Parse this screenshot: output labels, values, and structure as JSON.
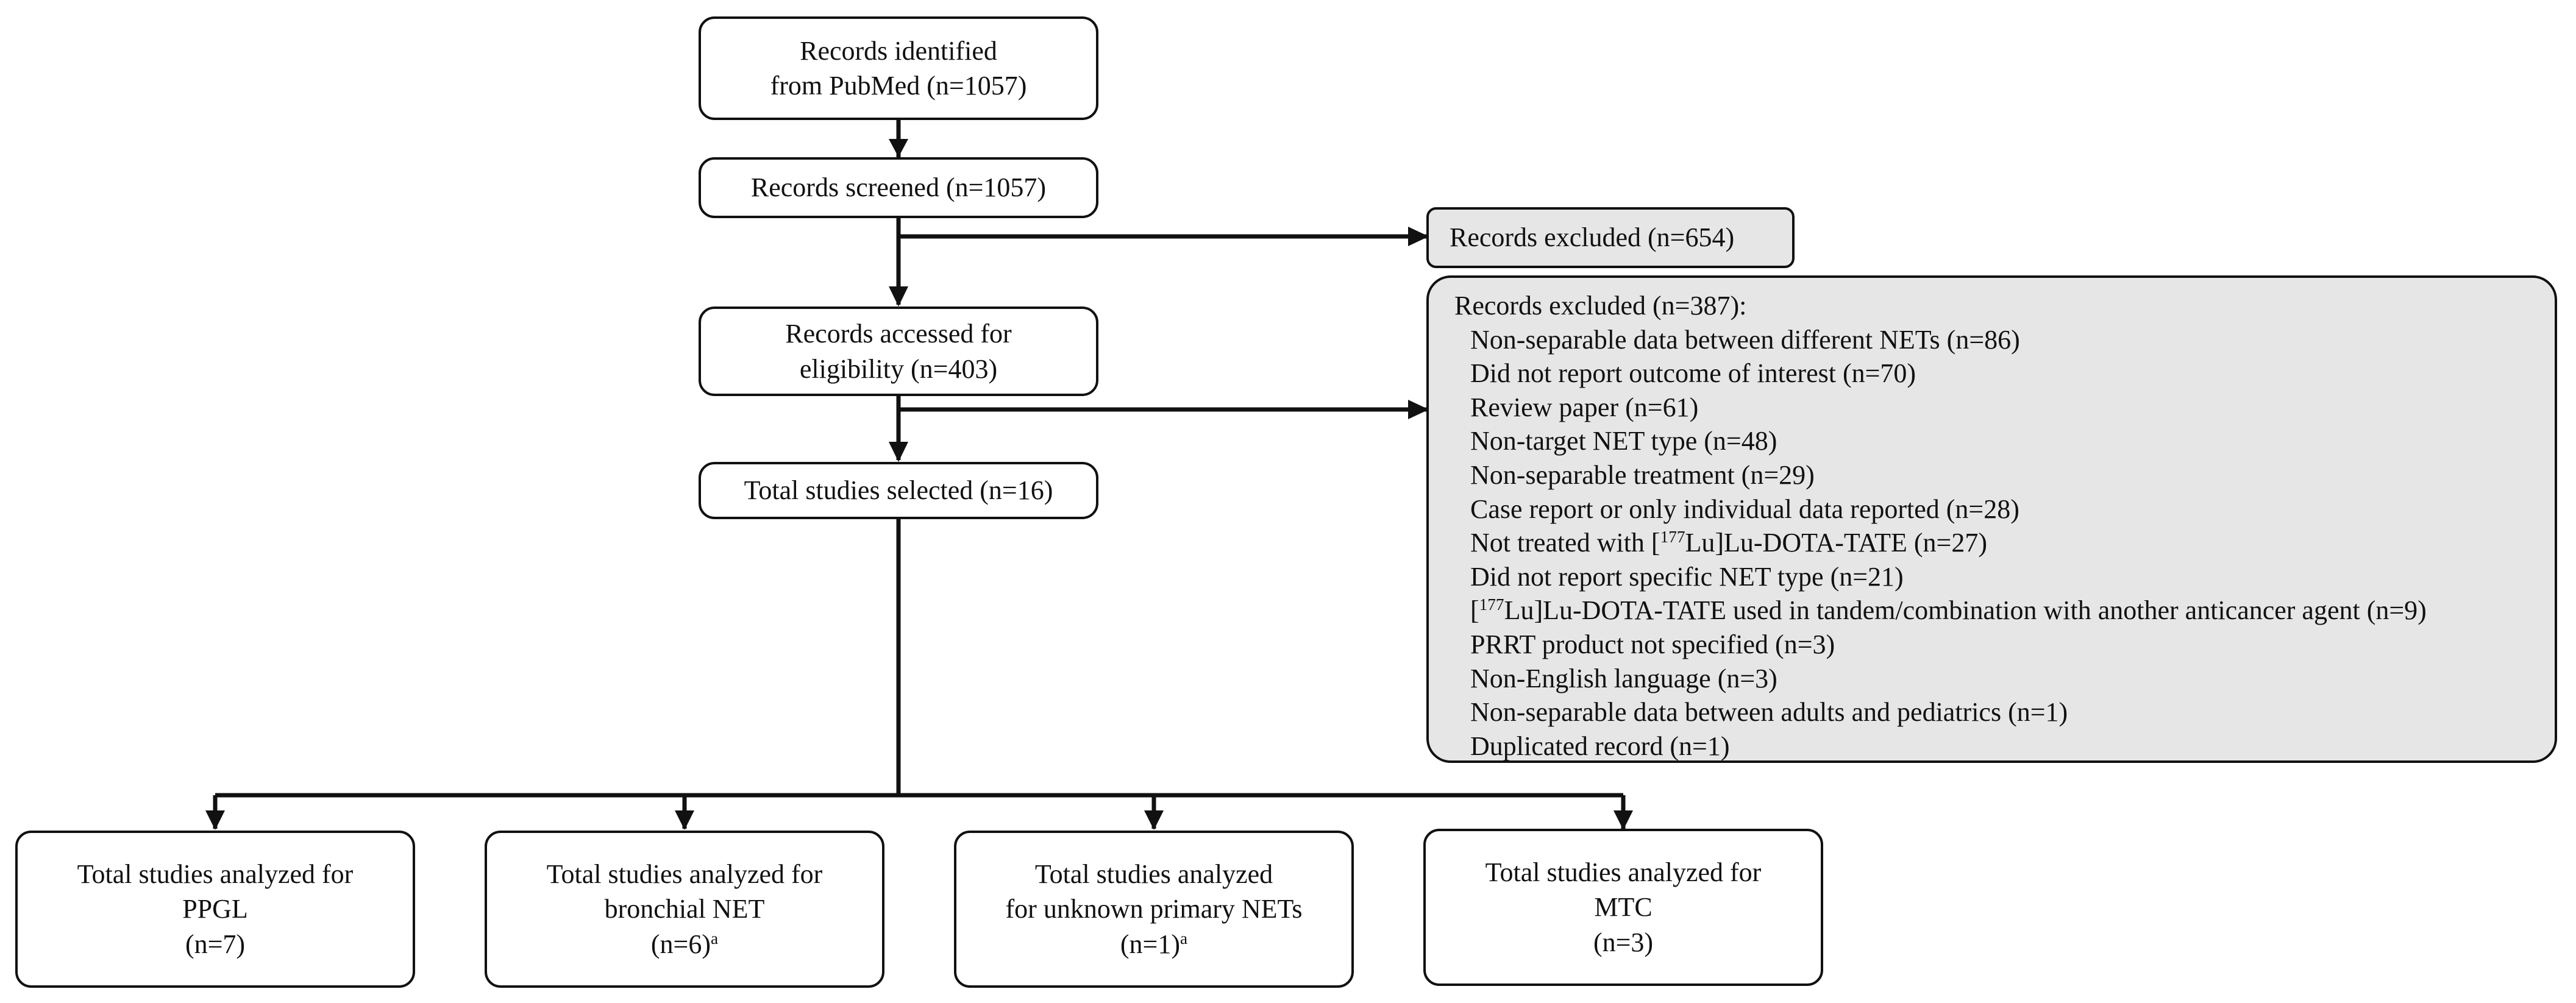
{
  "identified": {
    "line1": "Records identified",
    "line2": "from PubMed (n=1057)"
  },
  "screened": {
    "text": "Records screened (n=1057)"
  },
  "excluded_screening": {
    "text": "Records excluded (n=654)"
  },
  "eligibility": {
    "line1": "Records accessed for",
    "line2": "eligibility (n=403)"
  },
  "selected": {
    "text": "Total studies selected (n=16)"
  },
  "excluded_eligibility": {
    "title": "Records excluded (n=387):",
    "reasons": [
      "Non-separable data between different NETs (n=86)",
      "Did not report outcome of interest (n=70)",
      "Review paper (n=61)",
      "Non-target NET type (n=48)",
      "Non-separable treatment (n=29)",
      "Case report or only individual data reported (n=28)",
      "Not treated with [177Lu]Lu-DOTA-TATE (n=27)",
      "Did not report specific NET type (n=21)",
      "[177Lu]Lu-DOTA-TATE used in tandem/combination with another anticancer agent (n=9)",
      "PRRT product not specified (n=3)",
      "Non-English language (n=3)",
      "Non-separable data between adults and pediatrics (n=1)",
      "Duplicated record (n=1)"
    ],
    "isotope_prefix": "[",
    "isotope_mass": "177",
    "isotope_symbol": "Lu]Lu-DOTA-TATE"
  },
  "analyzed": [
    {
      "line1": "Total studies analyzed for",
      "line2": "PPGL",
      "line3": "(n=7)",
      "note": ""
    },
    {
      "line1": "Total studies analyzed for",
      "line2": "bronchial NET",
      "line3": "(n=6)",
      "note": "a"
    },
    {
      "line1": "Total studies analyzed",
      "line2": "for unknown primary NETs",
      "line3": "(n=1)",
      "note": "a"
    },
    {
      "line1": "Total studies analyzed for",
      "line2": "MTC",
      "line3": "(n=3)",
      "note": ""
    }
  ]
}
